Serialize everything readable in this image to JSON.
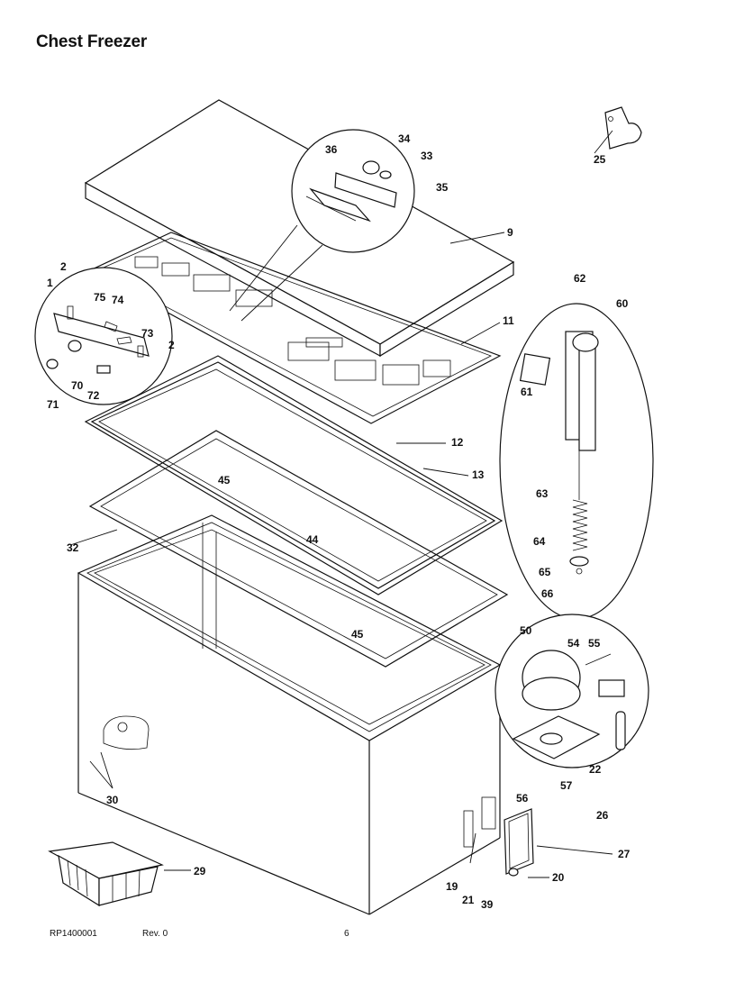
{
  "header": {
    "page_title": "Chest Freezer",
    "cut_off_title": "PARTS LIST"
  },
  "footer": {
    "doc_number": "RP1400001",
    "revision": "Rev. 0",
    "page_number": "6"
  },
  "callouts": {
    "c1": "1",
    "c2a": "2",
    "c2b": "2",
    "c9": "9",
    "c11": "11",
    "c12": "12",
    "c13": "13",
    "c19": "19",
    "c20": "20",
    "c21": "21",
    "c22": "22",
    "c25": "25",
    "c26": "26",
    "c27": "27",
    "c29": "29",
    "c30": "30",
    "c32": "32",
    "c33": "33",
    "c34": "34",
    "c35": "35",
    "c36": "36",
    "c39": "39",
    "c44": "44",
    "c45a": "45",
    "c45b": "45",
    "c50": "50",
    "c54": "54",
    "c55": "55",
    "c56": "56",
    "c57": "57",
    "c60": "60",
    "c61": "61",
    "c62": "62",
    "c63": "63",
    "c64": "64",
    "c65": "65",
    "c66": "66",
    "c70": "70",
    "c71": "71",
    "c72": "72",
    "c73": "73",
    "c74": "74",
    "c75": "75"
  }
}
